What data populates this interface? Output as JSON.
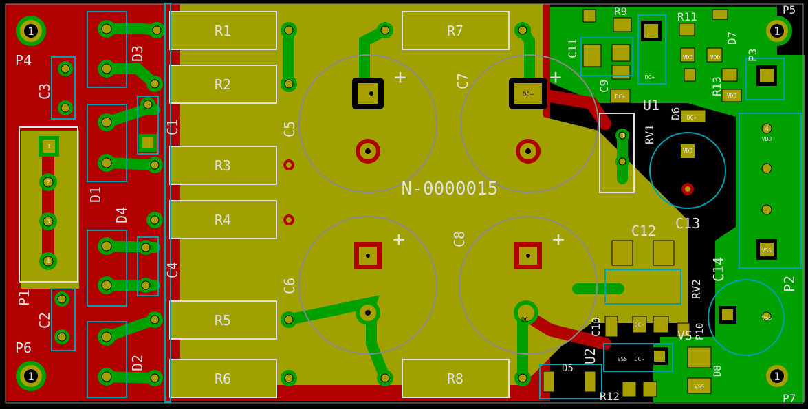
{
  "colors": {
    "background": "#000000",
    "copper_back": "#b00000",
    "copper_front": "#00a000",
    "fill_zone": "#a0a000",
    "silkscreen": "#e0e0e0",
    "courtyard": "#00a0b0",
    "pad_fill": "#a8a000",
    "drill": "#000000",
    "outline": "#8a8a8a"
  },
  "net_label": "N-0000015",
  "refs": {
    "P4": "P4",
    "P5": "P5",
    "P6": "P6",
    "P7": "P7",
    "P1": "P1",
    "P2": "P2",
    "P3": "P3",
    "R1": "R1",
    "R2": "R2",
    "R3": "R3",
    "R4": "R4",
    "R5": "R5",
    "R6": "R6",
    "R7": "R7",
    "R8": "R8",
    "R9": "R9",
    "R11": "R11",
    "R12": "R12",
    "R13": "R13",
    "C1": "C1",
    "C2": "C2",
    "C3": "C3",
    "C4": "C4",
    "C5": "C5",
    "C6": "C6",
    "C7": "C7",
    "C8": "C8",
    "C9": "C9",
    "C10": "C10",
    "C11": "C11",
    "C12": "C12",
    "C13": "C13",
    "C14": "C14",
    "D1": "D1",
    "D2": "D2",
    "D3": "D3",
    "D4": "D4",
    "D5": "D5",
    "D6": "D6",
    "D7": "D7",
    "D8": "D8",
    "U1": "U1",
    "U2": "U2",
    "RV1": "RV1",
    "RV2": "RV2",
    "VS": "VS",
    "P10": "P10"
  },
  "pad_labels": {
    "one": "1",
    "two": "2",
    "three": "3",
    "four": "4",
    "dcp": "DC+",
    "dcm": "DC-",
    "vdd": "VDD",
    "vss": "VSS",
    "plus": "+"
  }
}
